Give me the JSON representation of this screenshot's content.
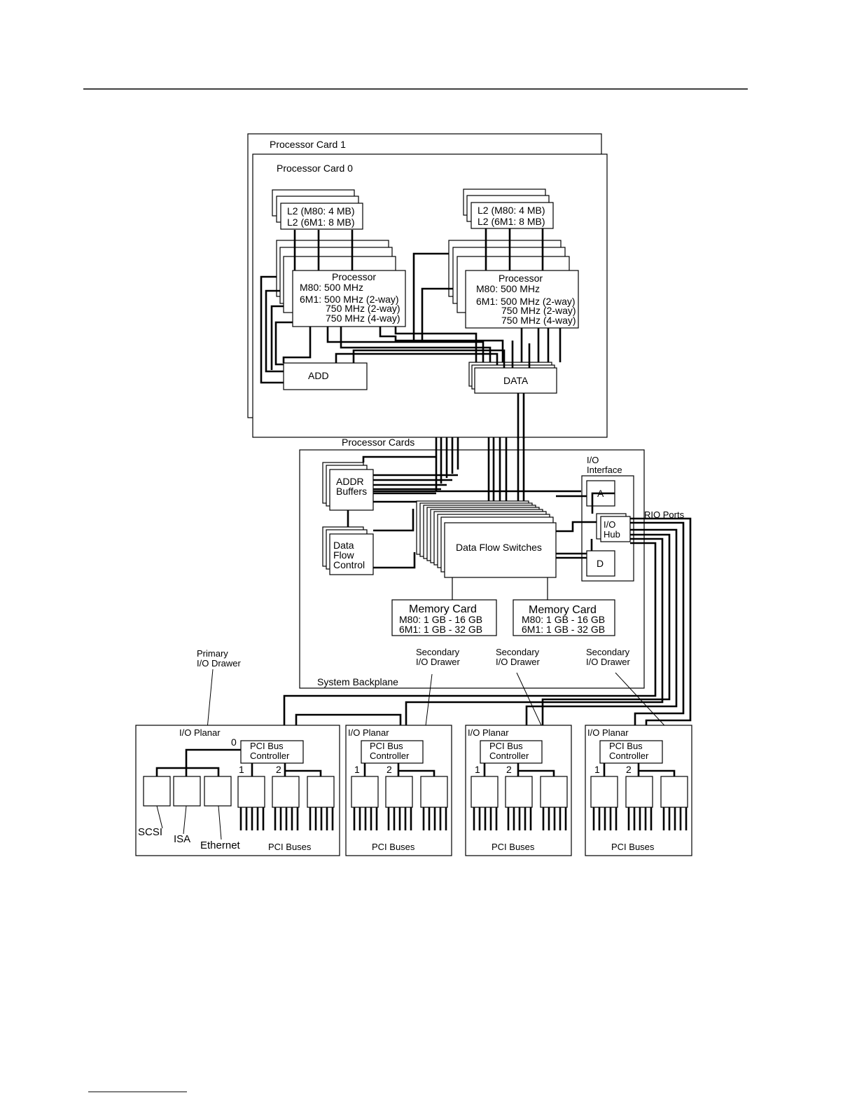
{
  "processor_card_1": "Processor Card 1",
  "processor_card_0": "Processor Card 0",
  "l2_left": {
    "line1": "L2 (M80: 4 MB)",
    "line2": "L2 (6M1: 8 MB)"
  },
  "l2_right": {
    "line1": "L2 (M80: 4 MB)",
    "line2": "L2 (6M1: 8 MB)"
  },
  "processor_left": {
    "title": "Processor",
    "line1": "M80: 500 MHz",
    "line2": "6M1: 500 MHz (2-way)",
    "line3": "750 MHz (2-way)",
    "line4": "750 MHz (4-way)"
  },
  "processor_right": {
    "title": "Processor",
    "line1": "M80: 500 MHz",
    "line2": "6M1: 500 MHz (2-way)",
    "line3": "750 MHz (2-way)",
    "line4": "750 MHz (4-way)"
  },
  "add_label": "ADD",
  "data_label": "DATA",
  "processor_cards_label": "Processor Cards",
  "addr_buffers": {
    "line1": "ADDR",
    "line2": "Buffers"
  },
  "data_flow_control": {
    "line1": "Data",
    "line2": "Flow",
    "line3": "Control"
  },
  "data_flow_switches": "Data Flow Switches",
  "io_interface": {
    "line1": "I/O",
    "line2": "Interface"
  },
  "port_a": "A",
  "port_d": "D",
  "io_hub": {
    "line1": "I/O",
    "line2": "Hub"
  },
  "rio_ports": "RIO Ports",
  "memory_card_left": {
    "title": "Memory Card",
    "line1": "M80: 1 GB - 16 GB",
    "line2": "6M1: 1 GB - 32 GB"
  },
  "memory_card_right": {
    "title": "Memory Card",
    "line1": "M80: 1 GB - 16 GB",
    "line2": "6M1: 1 GB - 32 GB"
  },
  "system_backplane": "System Backplane",
  "primary_io_drawer": {
    "line1": "Primary",
    "line2": "I/O Drawer"
  },
  "secondary_io_drawer": {
    "line1": "Secondary",
    "line2": "I/O Drawer"
  },
  "io_planar": "I/O Planar",
  "pci_bus_controller": {
    "line1": "PCI Bus",
    "line2": "Controller"
  },
  "bus_numbers": [
    "0",
    "1",
    "2"
  ],
  "scsi": "SCSI",
  "isa": "ISA",
  "ethernet": "Ethernet",
  "pci_buses": "PCI Buses"
}
